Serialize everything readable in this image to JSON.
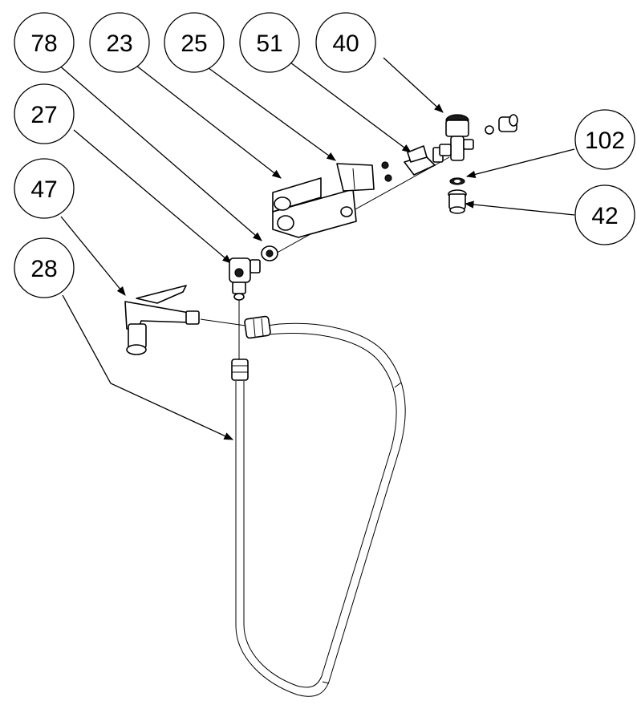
{
  "callouts": [
    {
      "id": "78",
      "label": "78"
    },
    {
      "id": "23",
      "label": "23"
    },
    {
      "id": "25",
      "label": "25"
    },
    {
      "id": "51",
      "label": "51"
    },
    {
      "id": "40",
      "label": "40"
    },
    {
      "id": "27",
      "label": "27"
    },
    {
      "id": "102",
      "label": "102"
    },
    {
      "id": "47",
      "label": "47"
    },
    {
      "id": "42",
      "label": "42"
    },
    {
      "id": "28",
      "label": "28"
    }
  ]
}
